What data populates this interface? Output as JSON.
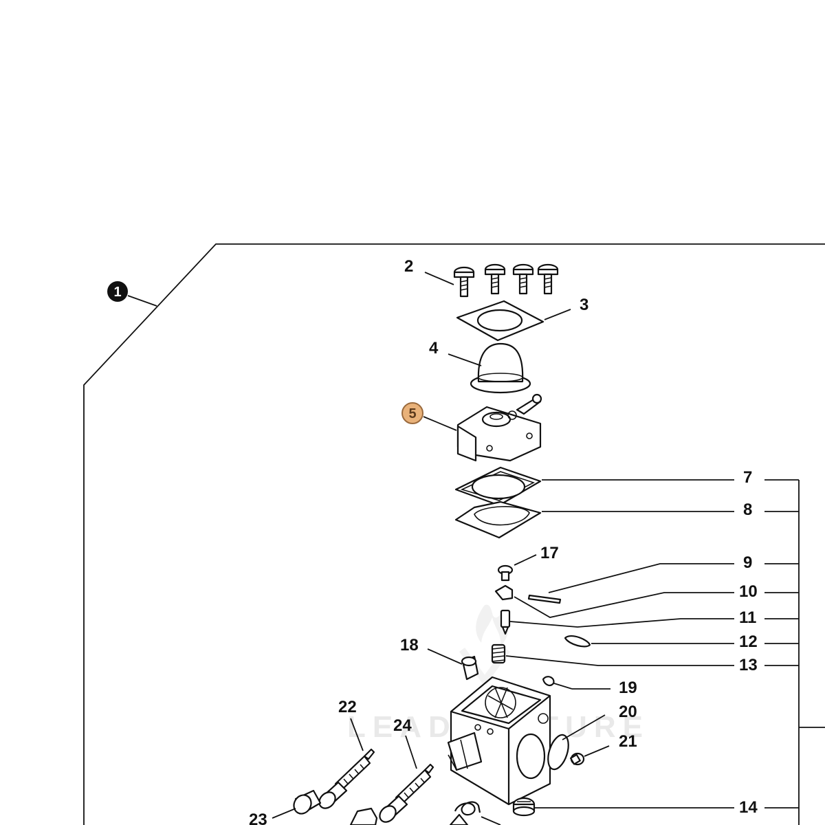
{
  "watermark": "LEADVENTURE",
  "assembly_callout": {
    "label": "1"
  },
  "highlighted_callout": {
    "label": "5",
    "fill": "#e9b27a",
    "stroke": "#9a6a3d"
  },
  "callout_dark": {
    "fill": "#111111",
    "text_color": "#ffffff"
  },
  "labels": {
    "l2": "2",
    "l3": "3",
    "l4": "4",
    "l7": "7",
    "l8": "8",
    "l9": "9",
    "l10": "10",
    "l11": "11",
    "l12": "12",
    "l13": "13",
    "l14": "14",
    "l17": "17",
    "l18": "18",
    "l19": "19",
    "l20": "20",
    "l21": "21",
    "l22": "22",
    "l23": "23",
    "l24": "24"
  }
}
